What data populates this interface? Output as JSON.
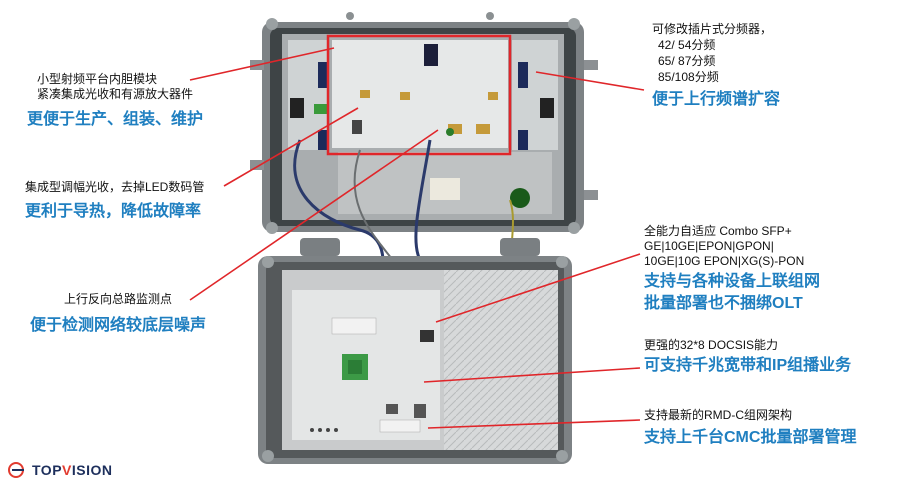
{
  "annotations": [
    {
      "id": "rf-module",
      "black": [
        "小型射频平台内胆模块",
        "紧凑集成光收和有源放大器件"
      ],
      "blue": "更便于生产、组装、维护"
    },
    {
      "id": "optical",
      "black": [
        "集成型调幅光收，去掉LED数码管"
      ],
      "blue": "更利于导热，降低故障率"
    },
    {
      "id": "monitor",
      "black": [
        "上行反向总路监测点"
      ],
      "blue": "便于检测网络较底层噪声"
    },
    {
      "id": "splitter",
      "black": [
        "可修改插片式分频器，",
        "42/ 54分频",
        "65/ 87分频",
        "85/108分频"
      ],
      "blue": "便于上行频谱扩容"
    },
    {
      "id": "sfp",
      "black": [
        "全能力自适应 Combo SFP+",
        "GE|10GE|EPON|GPON|",
        "10GE|10G EPON|XG(S)-PON"
      ],
      "blue": [
        "支持与各种设备上联组网",
        "批量部署也不捆绑OLT"
      ]
    },
    {
      "id": "docsis",
      "black": [
        "更强的32*8 DOCSIS能力"
      ],
      "blue": "可支持千兆宽带和IP组播业务"
    },
    {
      "id": "rmd",
      "black": [
        "支持最新的RMD-C组网架构"
      ],
      "blue": "支持上千台CMC批量部署管理"
    }
  ],
  "logo": {
    "text_a": "TOP",
    "text_b": "V",
    "text_c": "ISION"
  },
  "colors": {
    "annotation_blue": "#1f7fc0",
    "leader_red": "#e0262a",
    "box_red": "#e0262a"
  }
}
